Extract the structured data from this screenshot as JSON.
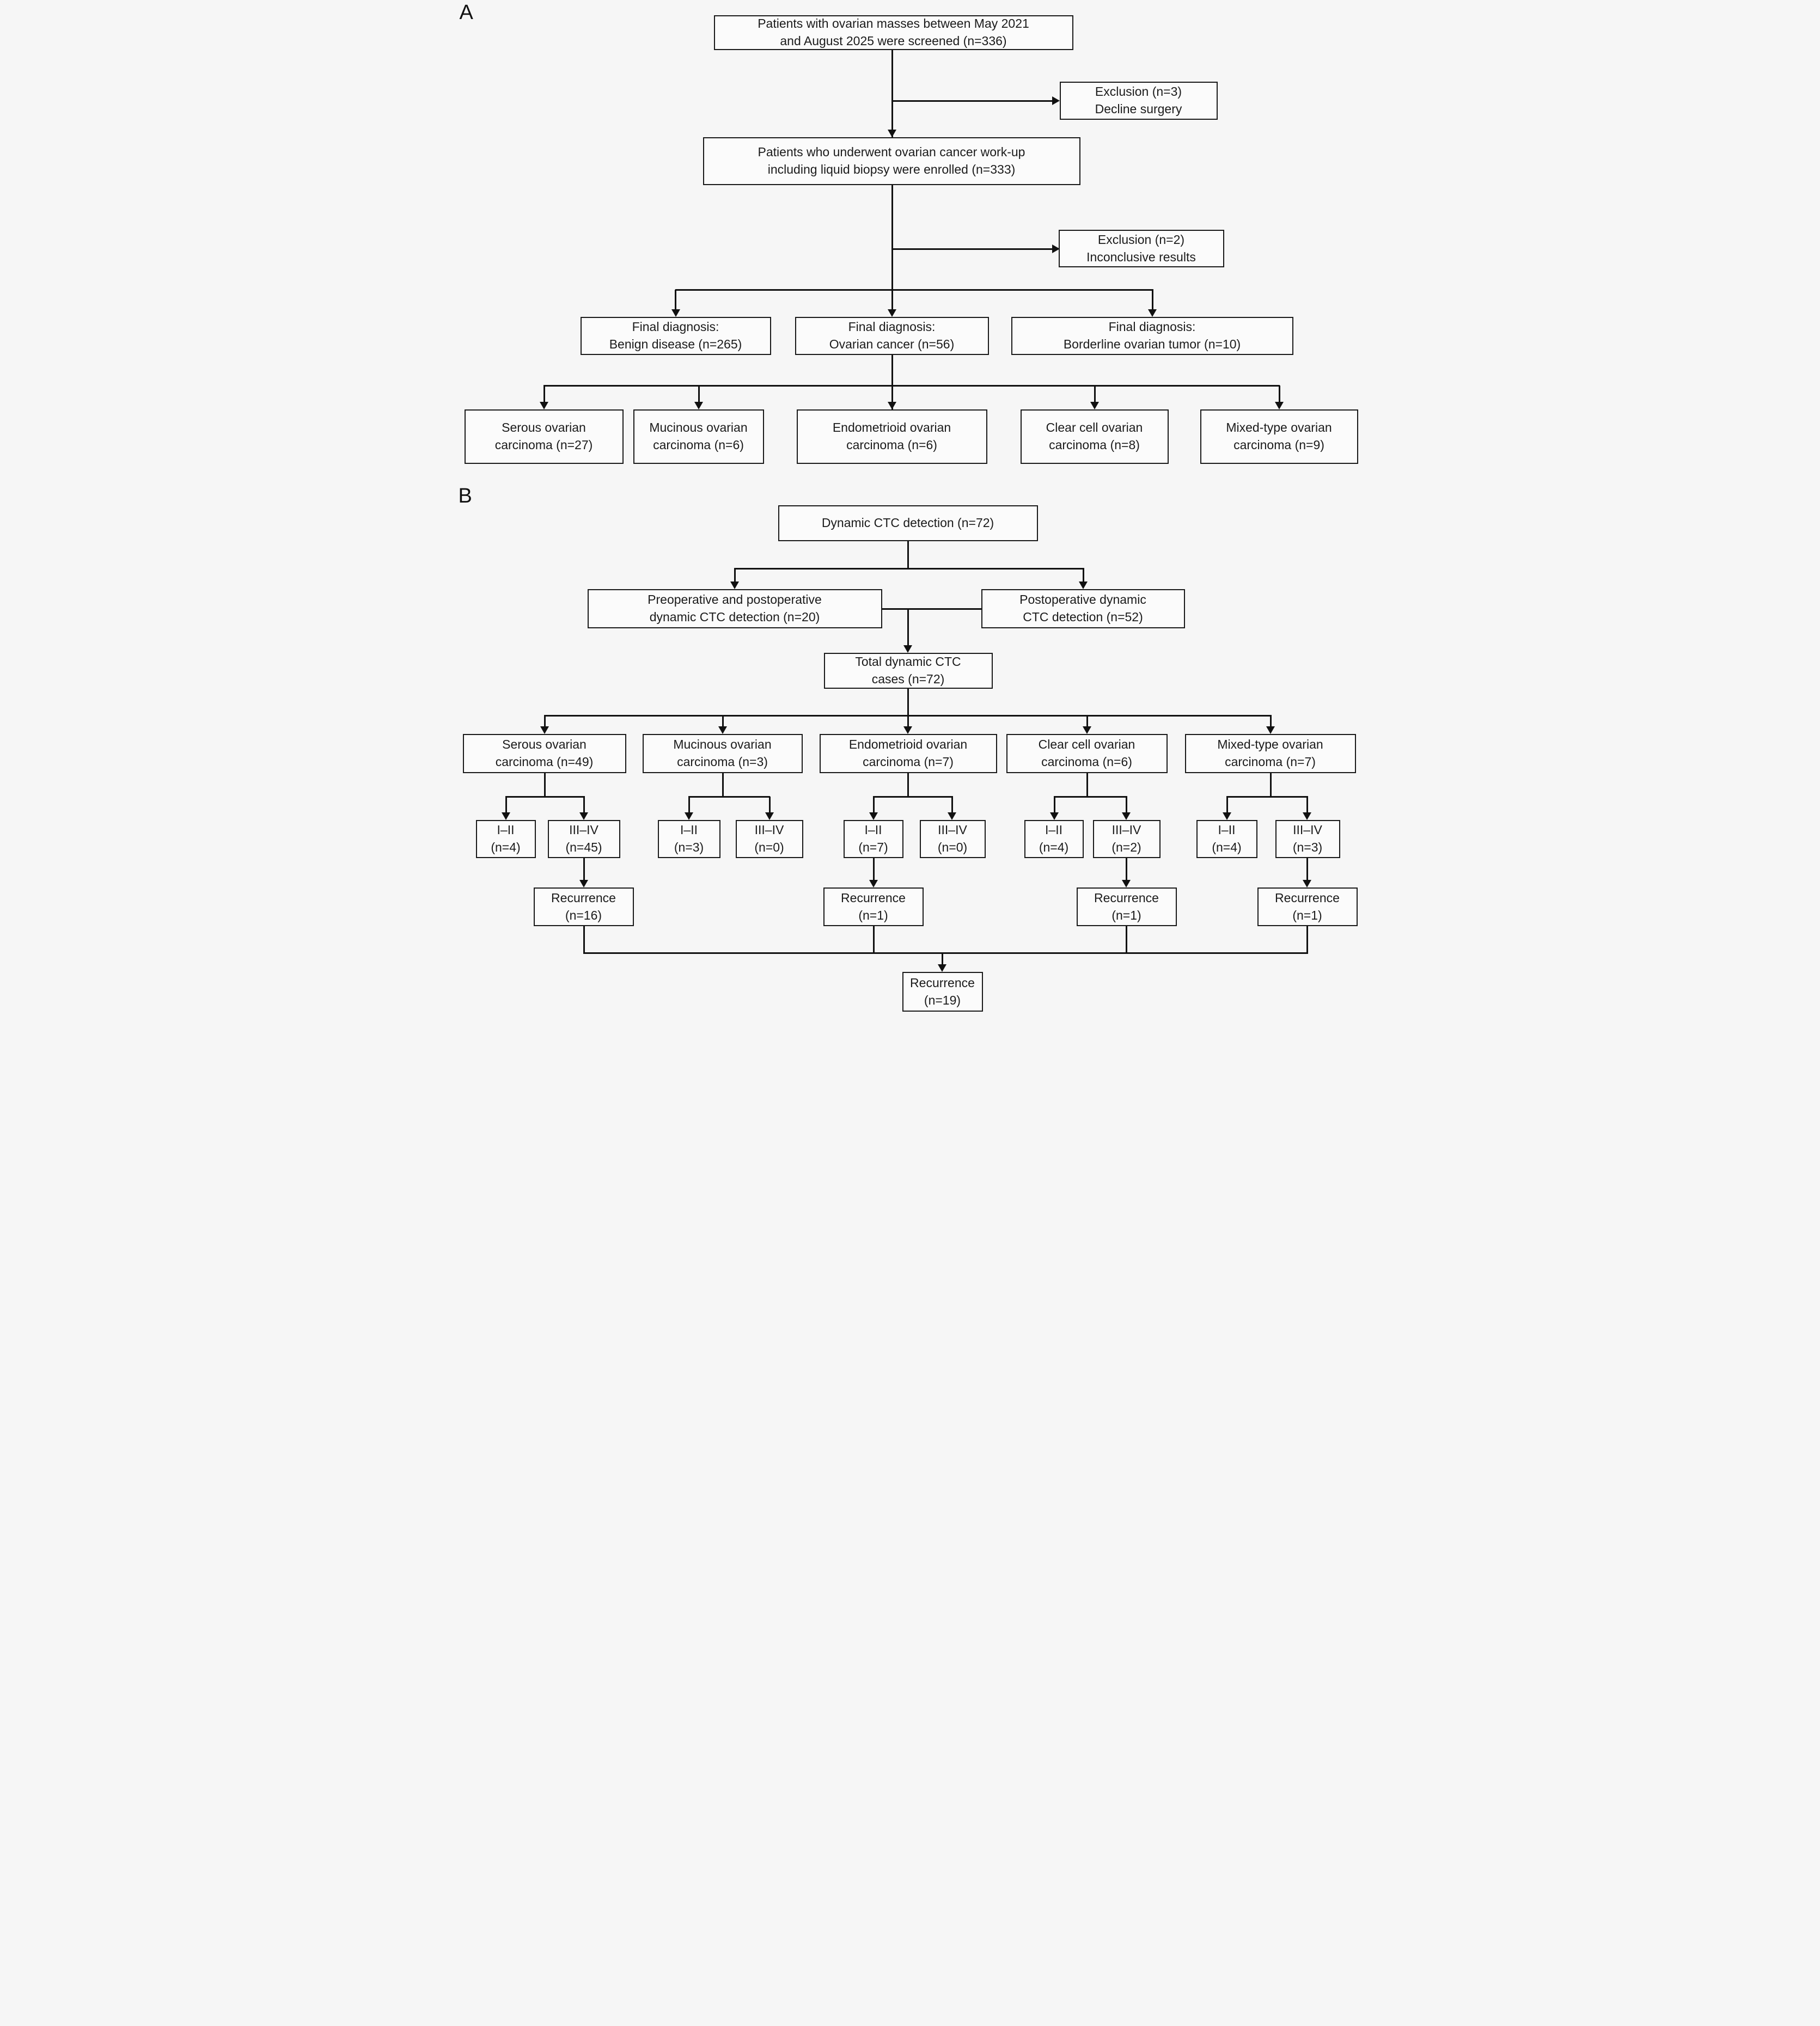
{
  "figure": {
    "panel_a": {
      "label": "A",
      "boxes": {
        "screened": "Patients with ovarian masses between May 2021\nand August 2025 were screened (n=336)",
        "exclusion_1": "Exclusion (n=3)\nDecline surgery",
        "enrolled": "Patients who underwent ovarian cancer work-up\nincluding liquid biopsy were enrolled (n=333)",
        "exclusion_2": "Exclusion (n=2)\nInconclusive results",
        "final_dx_benign": "Final diagnosis:\nBenign disease (n=265)",
        "final_dx_cancer": "Final diagnosis:\nOvarian cancer (n=56)",
        "final_dx_borderline": "Final diagnosis:\nBorderline ovarian tumor (n=10)",
        "serous": "Serous ovarian\ncarcinoma (n=27)",
        "mucinous": "Mucinous ovarian\ncarcinoma (n=6)",
        "endometrioid": "Endometrioid ovarian\ncarcinoma (n=6)",
        "clear_cell": "Clear cell ovarian\ncarcinoma (n=8)",
        "mixed_type": "Mixed-type ovarian\ncarcinoma (n=9)"
      }
    },
    "panel_b": {
      "label": "B",
      "boxes": {
        "dynamic_ctc": "Dynamic CTC detection (n=72)",
        "pre_post": "Preoperative and postoperative\ndynamic CTC detection (n=20)",
        "post_only": "Postoperative dynamic\nCTC detection (n=52)",
        "total": "Total dynamic CTC\ncases (n=72)",
        "serous": "Serous ovarian\ncarcinoma (n=49)",
        "mucinous": "Mucinous ovarian\ncarcinoma (n=3)",
        "endometrioid": "Endometrioid ovarian\ncarcinoma (n=7)",
        "clear_cell": "Clear cell ovarian\ncarcinoma (n=6)",
        "mixed_type": "Mixed-type ovarian\ncarcinoma (n=7)",
        "serous_stage_1_2": "I–II\n(n=4)",
        "serous_stage_3_4": "III–IV\n(n=45)",
        "mucinous_stage_1_2": "I–II\n(n=3)",
        "mucinous_stage_3_4": "III–IV\n(n=0)",
        "endometrioid_stage_1_2": "I–II\n(n=7)",
        "endometrioid_stage_3_4": "III–IV\n(n=0)",
        "clear_cell_stage_1_2": "I–II\n(n=4)",
        "clear_cell_stage_3_4": "III–IV\n(n=2)",
        "mixed_type_stage_1_2": "I–II\n(n=4)",
        "mixed_type_stage_3_4": "III–IV\n(n=3)",
        "serous_recurrence": "Recurrence\n(n=16)",
        "endometrioid_recurrence": "Recurrence\n(n=1)",
        "clear_cell_recurrence": "Recurrence\n(n=1)",
        "mixed_type_recurrence": "Recurrence\n(n=1)",
        "total_recurrence": "Recurrence\n(n=19)"
      }
    },
    "colors": {
      "line": "#111111",
      "box_border": "#1a1a1a",
      "box_fill": "#fbfbfb",
      "background": "#f6f6f6"
    }
  }
}
